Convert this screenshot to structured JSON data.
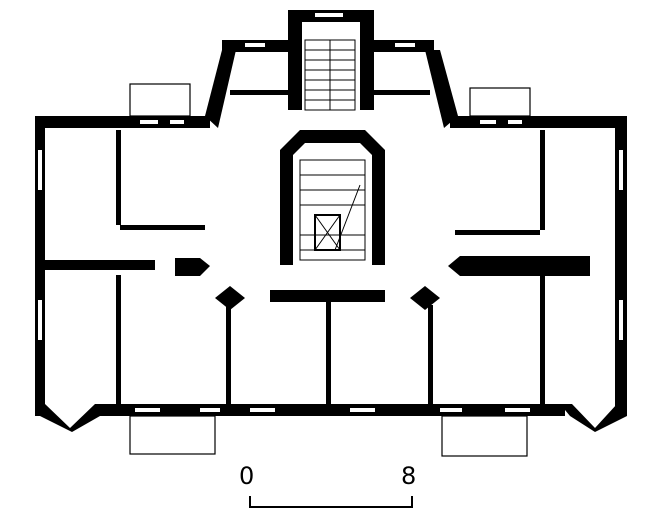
{
  "diagram": {
    "type": "architectural floor plan",
    "scale_bar": {
      "start_label": "0",
      "end_label": "8"
    },
    "colors": {
      "wall": "#000000",
      "background": "#ffffff"
    }
  }
}
